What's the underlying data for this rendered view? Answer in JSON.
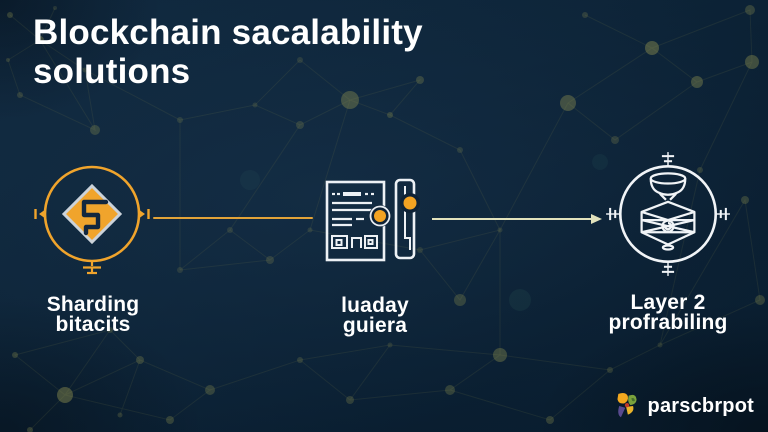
{
  "slide": {
    "title_line1": "Blockchain sacalability",
    "title_line2": "solutions"
  },
  "steps": [
    {
      "name": "sharding",
      "label1": "Sharding",
      "label2": "bitacits",
      "icon": "sharding-diamond-icon"
    },
    {
      "name": "tuning",
      "label1": "luaday",
      "label2": "guiera",
      "icon": "document-slider-icon"
    },
    {
      "name": "layer2",
      "label1": "Layer 2",
      "label2": "profrabiling",
      "icon": "layered-box-icon"
    }
  ],
  "connectors": [
    {
      "from": "sharding",
      "to": "tuning",
      "style": "plain-line",
      "color": "#E2A338"
    },
    {
      "from": "tuning",
      "to": "layer2",
      "style": "arrow-line",
      "color": "#E2E2BC"
    }
  ],
  "logo": {
    "text": "parscbrpot"
  },
  "colors": {
    "background": "#0D2438",
    "accent_gold": "#F0A42C",
    "icon_white": "#F1F4F7",
    "connector_gold": "#E2A338",
    "connector_pale": "#E2E2BC",
    "text": "#FFFFFF",
    "plexus_olive": "#8F9150",
    "logo_orange": "#F3A81F",
    "logo_green": "#7BA23C",
    "logo_purple": "#584A8F",
    "logo_yellow": "#E9B32B",
    "logo_red": "#C03A28"
  }
}
